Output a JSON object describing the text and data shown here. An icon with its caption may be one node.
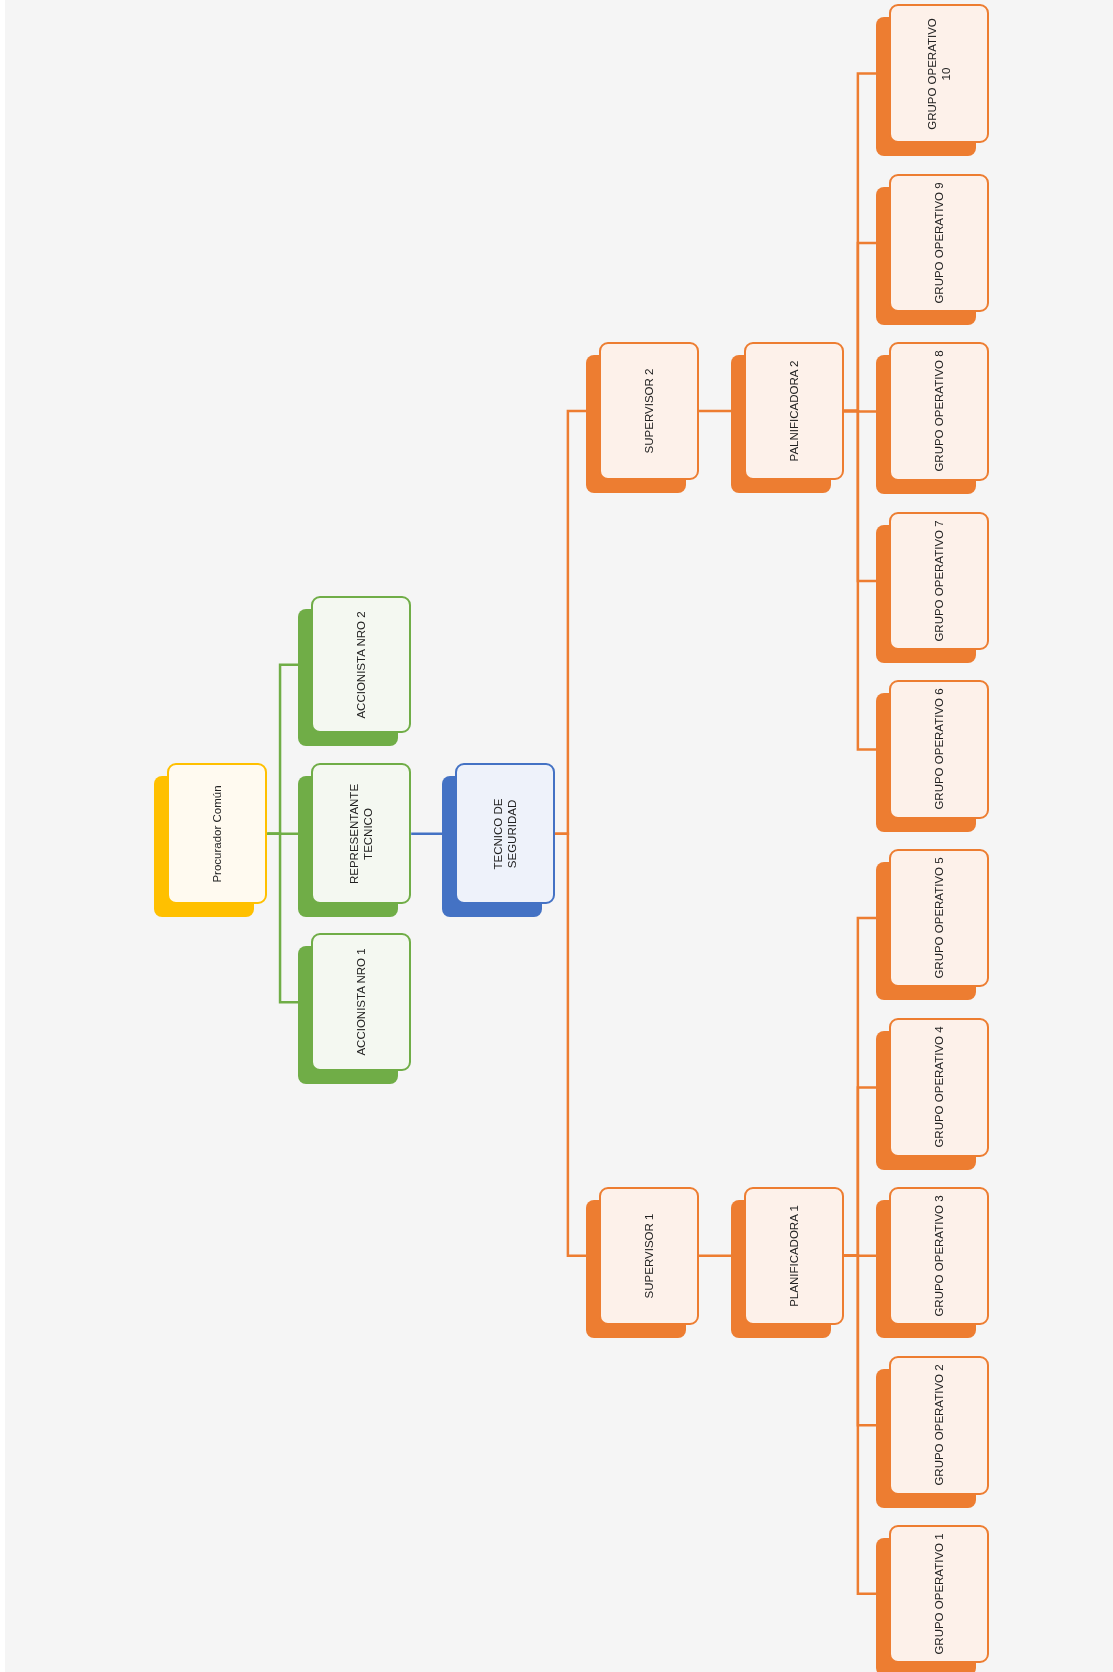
{
  "diagram": {
    "nodes": [
      {
        "text": [
          "Procurador Común"
        ]
      },
      {
        "text": [
          "ACCIONISTA NRO 1"
        ]
      },
      {
        "text": [
          "REPRESENTANTE TECNICO"
        ]
      },
      {
        "text": [
          "ACCIONISTA NRO 2"
        ]
      },
      {
        "text": [
          "TECNICO DE SEGURIDAD"
        ]
      },
      {
        "text": [
          "SUPERVISOR 1"
        ]
      },
      {
        "text": [
          "SUPERVISOR 2"
        ]
      },
      {
        "text": [
          "PLANIFICADORA 1"
        ]
      },
      {
        "text": [
          "PALNIFICADORA 2"
        ]
      },
      {
        "text": [
          "GRUPO OPERATIVO 1"
        ]
      },
      {
        "text": [
          "GRUPO OPERATIVO 2"
        ]
      },
      {
        "text": [
          "GRUPO OPERATIVO 3"
        ]
      },
      {
        "text": [
          "GRUPO OPERATIVO 4"
        ]
      },
      {
        "text": [
          "GRUPO OPERATIVO 5"
        ]
      },
      {
        "text": [
          "GRUPO OPERATIVO 6"
        ]
      },
      {
        "text": [
          "GRUPO OPERATIVO 7"
        ]
      },
      {
        "text": [
          "GRUPO OPERATIVO 8"
        ]
      },
      {
        "text": [
          "GRUPO OPERATIVO 9"
        ]
      },
      {
        "text": [
          "GRUPO OPERATIVO 10"
        ]
      }
    ],
    "edges": [
      {
        "from": 0,
        "to": 1,
        "arrow": "none",
        "color": "#70ad47"
      },
      {
        "from": 0,
        "to": 2,
        "arrow": "none",
        "color": "#70ad47"
      },
      {
        "from": 0,
        "to": 3,
        "arrow": "none",
        "color": "#70ad47"
      },
      {
        "from": 2,
        "to": 4,
        "arrow": "none",
        "color": "#4472c4"
      },
      {
        "from": 4,
        "to": 5,
        "arrow": "none"
      },
      {
        "from": 4,
        "to": 6,
        "arrow": "none"
      },
      {
        "from": 5,
        "to": 7,
        "arrow": "none"
      },
      {
        "from": 6,
        "to": 8,
        "arrow": "none"
      },
      {
        "from": 7,
        "to": 9,
        "arrow": "none"
      },
      {
        "from": 7,
        "to": 10,
        "arrow": "none"
      },
      {
        "from": 7,
        "to": 11,
        "arrow": "none"
      },
      {
        "from": 7,
        "to": 12,
        "arrow": "none"
      },
      {
        "from": 7,
        "to": 13,
        "arrow": "none"
      },
      {
        "from": 8,
        "to": 14,
        "arrow": "none"
      },
      {
        "from": 8,
        "to": 15,
        "arrow": "none"
      },
      {
        "from": 8,
        "to": 16,
        "arrow": "none"
      },
      {
        "from": 8,
        "to": 17,
        "arrow": "none"
      },
      {
        "from": 8,
        "to": 18,
        "arrow": "none"
      }
    ]
  }
}
